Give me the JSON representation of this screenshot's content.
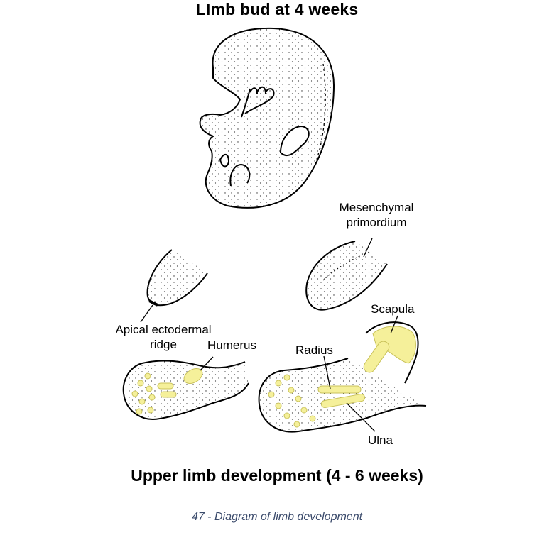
{
  "titles": {
    "top": "LImb bud at 4 weeks",
    "bottom": "Upper limb development (4 - 6 weeks)"
  },
  "labels": {
    "mesenchymal_line1": "Mesenchymal",
    "mesenchymal_line2": "primordium",
    "apical_line1": "Apical ectodermal",
    "apical_line2": "ridge",
    "humerus": "Humerus",
    "radius": "Radius",
    "scapula": "Scapula",
    "ulna": "Ulna"
  },
  "caption": "47 - Diagram of limb development",
  "colors": {
    "bone": "#f5f09a",
    "bone_stroke": "#c9c25a",
    "outline": "#000000",
    "caption": "#3a4a6b"
  }
}
